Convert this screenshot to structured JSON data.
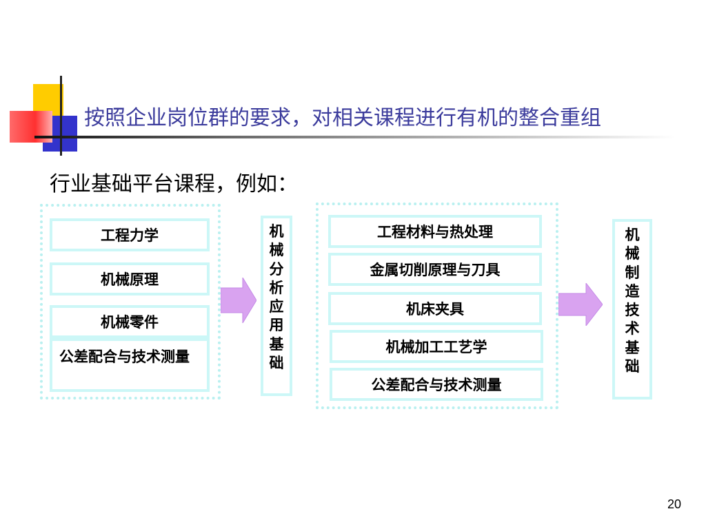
{
  "slide": {
    "title": "按照企业岗位群的要求，对相关课程进行有机的整合重组",
    "subtitle": "行业基础平台课程，例如：",
    "page_number": "20"
  },
  "left_group": {
    "courses": [
      "工程力学",
      "机械原理",
      "机械零件",
      "公差配合与技术测量"
    ]
  },
  "middle_label": "机械分析应用基础",
  "right_group": {
    "courses": [
      "工程材料与热处理",
      "金属切削原理与刀具",
      "机床夹具",
      "机械加工工艺学",
      "公差配合与技术测量"
    ]
  },
  "final_label": "机械制造技术基础",
  "colors": {
    "title": "#3b3b9c",
    "box_border": "#ccf7f7",
    "dotted_border": "#b9f0f0",
    "arrow": "#d9a3f0"
  }
}
